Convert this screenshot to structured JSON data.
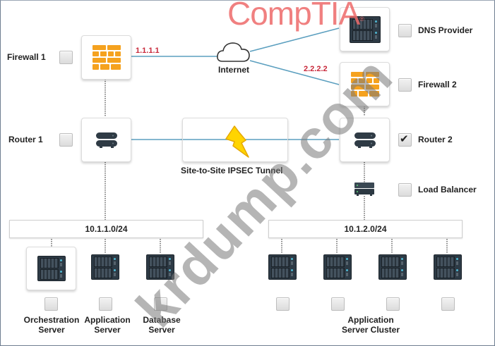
{
  "diagram": {
    "internet_label": "Internet",
    "tunnel_label": "Site-to-Site IPSEC Tunnel",
    "ips": {
      "firewall1": "1.1.1.1",
      "firewall2": "2.2.2.2"
    },
    "subnets": {
      "left": "10.1.1.0/24",
      "right": "10.1.2.0/24"
    },
    "devices": {
      "firewall1": {
        "label": "Firewall 1",
        "checked": false
      },
      "router1": {
        "label": "Router 1",
        "checked": false
      },
      "dns_provider": {
        "label": "DNS Provider",
        "checked": false
      },
      "firewall2": {
        "label": "Firewall 2",
        "checked": false
      },
      "router2": {
        "label": "Router 2",
        "checked": true
      },
      "load_balancer": {
        "label": "Load Balancer",
        "checked": false
      },
      "orchestration_server": {
        "label_line1": "Orchestration",
        "label_line2": "Server",
        "checked": false
      },
      "application_server": {
        "label_line1": "Application",
        "label_line2": "Server",
        "checked": false
      },
      "database_server": {
        "label_line1": "Database",
        "label_line2": "Server",
        "checked": false
      },
      "cluster_nodes": [
        {
          "checked": false
        },
        {
          "checked": false
        },
        {
          "checked": false
        },
        {
          "checked": false
        }
      ],
      "cluster_label_line1": "Application",
      "cluster_label_line2": "Server Cluster"
    },
    "checkmark_glyph": "✔",
    "colors": {
      "link": "#5b9fbf",
      "ip_text": "#c8283a",
      "firewall": "#f5a21f",
      "lightning": "#ffd400"
    }
  },
  "watermarks": {
    "comptia": "CompTIA",
    "comptia_reg": "®",
    "krdump": "krdump.com"
  }
}
